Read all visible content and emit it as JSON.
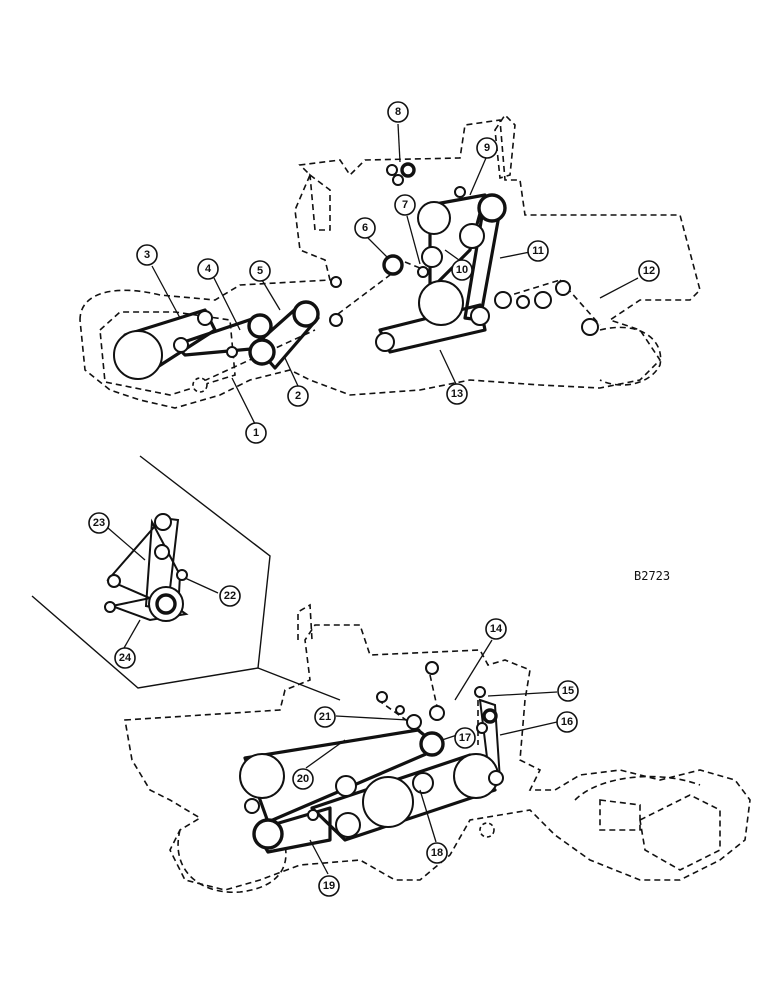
{
  "reference_code": "B2723",
  "callouts": [
    {
      "id": "c1",
      "label": "1"
    },
    {
      "id": "c2",
      "label": "2"
    },
    {
      "id": "c3",
      "label": "3"
    },
    {
      "id": "c4",
      "label": "4"
    },
    {
      "id": "c5",
      "label": "5"
    },
    {
      "id": "c6",
      "label": "6"
    },
    {
      "id": "c7",
      "label": "7"
    },
    {
      "id": "c8",
      "label": "8"
    },
    {
      "id": "c9",
      "label": "9"
    },
    {
      "id": "c10",
      "label": "10"
    },
    {
      "id": "c11",
      "label": "11"
    },
    {
      "id": "c12",
      "label": "12"
    },
    {
      "id": "c13",
      "label": "13"
    },
    {
      "id": "c14",
      "label": "14"
    },
    {
      "id": "c15",
      "label": "15"
    },
    {
      "id": "c16",
      "label": "16"
    },
    {
      "id": "c17",
      "label": "17"
    },
    {
      "id": "c18",
      "label": "18"
    },
    {
      "id": "c19",
      "label": "19"
    },
    {
      "id": "c20",
      "label": "20"
    },
    {
      "id": "c21",
      "label": "21"
    },
    {
      "id": "c22",
      "label": "22"
    },
    {
      "id": "c23",
      "label": "23"
    },
    {
      "id": "c24",
      "label": "24"
    }
  ]
}
